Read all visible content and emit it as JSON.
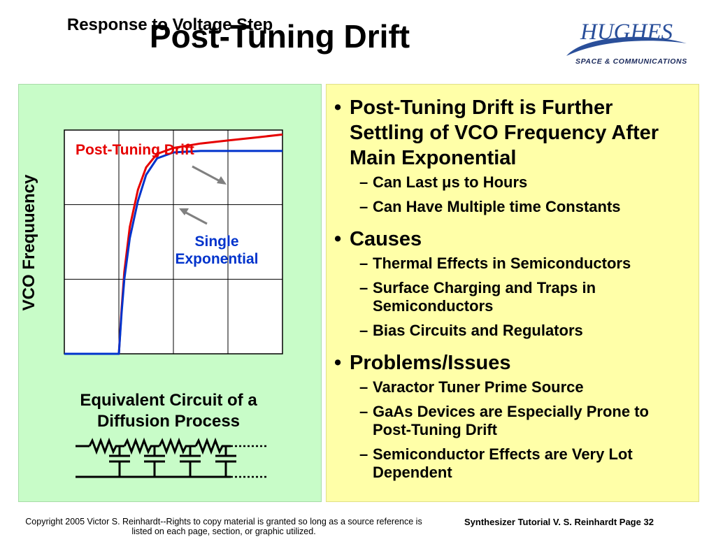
{
  "slide": {
    "title": "Post-Tuning Drift"
  },
  "logo": {
    "wordmark": "HUGHES",
    "subtitle": "SPACE & COMMUNICATIONS"
  },
  "left_panel": {
    "heading": "Response to Voltage Step",
    "ylabel": "VCO Frequuency",
    "label_drift": "Post-Tuning Drift",
    "label_single_line1": "Single",
    "label_single_line2": "Exponential",
    "circuit_title_line1": "Equivalent Circuit of a",
    "circuit_title_line2": "Diffusion Process"
  },
  "chart_data": {
    "type": "line",
    "title": "Response to Voltage Step",
    "xlabel": "",
    "ylabel": "VCO Frequuency",
    "grid": true,
    "grid_divisions": {
      "x": 4,
      "y": 3
    },
    "xlim": [
      0,
      4
    ],
    "ylim": [
      0,
      3
    ],
    "series": [
      {
        "name": "Post-Tuning Drift",
        "color": "#e60000",
        "x": [
          0,
          1.0,
          1.05,
          1.1,
          1.2,
          1.35,
          1.5,
          1.7,
          2.0,
          2.5,
          3.0,
          3.5,
          4.0
        ],
        "values": [
          0,
          0,
          0.6,
          1.1,
          1.7,
          2.2,
          2.5,
          2.68,
          2.76,
          2.82,
          2.86,
          2.9,
          2.94
        ]
      },
      {
        "name": "Single Exponential",
        "color": "#0033cc",
        "x": [
          0,
          1.0,
          1.05,
          1.1,
          1.2,
          1.35,
          1.5,
          1.7,
          2.0,
          2.5,
          3.0,
          3.5,
          4.0
        ],
        "values": [
          0,
          0,
          0.55,
          1.0,
          1.55,
          2.05,
          2.4,
          2.62,
          2.7,
          2.72,
          2.72,
          2.72,
          2.72
        ]
      }
    ]
  },
  "bullets": [
    {
      "label": "Post-Tuning Drift is Further Settling of VCO Frequency After Main Exponential",
      "subs": [
        "Can Last μs to Hours",
        "Can Have Multiple time Constants"
      ]
    },
    {
      "label": "Causes",
      "subs": [
        "Thermal Effects in Semiconductors",
        "Surface Charging and Traps in Semiconductors",
        "Bias Circuits and Regulators"
      ]
    },
    {
      "label": "Problems/Issues",
      "subs": [
        "Varactor Tuner Prime Source",
        "GaAs Devices are Especially Prone to Post-Tuning Drift",
        "Semiconductor Effects are Very Lot Dependent"
      ]
    }
  ],
  "symbols": {
    "bullet": "•",
    "dash": "–"
  },
  "footer": {
    "copyright": "Copyright 2005 Victor S. Reinhardt--Rights to copy material is granted so long as a source reference is listed on each page, section, or graphic utilized.",
    "page": "Synthesizer Tutorial V. S. Reinhardt Page 32"
  },
  "colors": {
    "left_panel_bg": "#c8fcc8",
    "right_panel_bg": "#ffffa8",
    "drift_red": "#e60000",
    "single_blue": "#0033cc",
    "logo_blue": "#2a4f9a"
  }
}
